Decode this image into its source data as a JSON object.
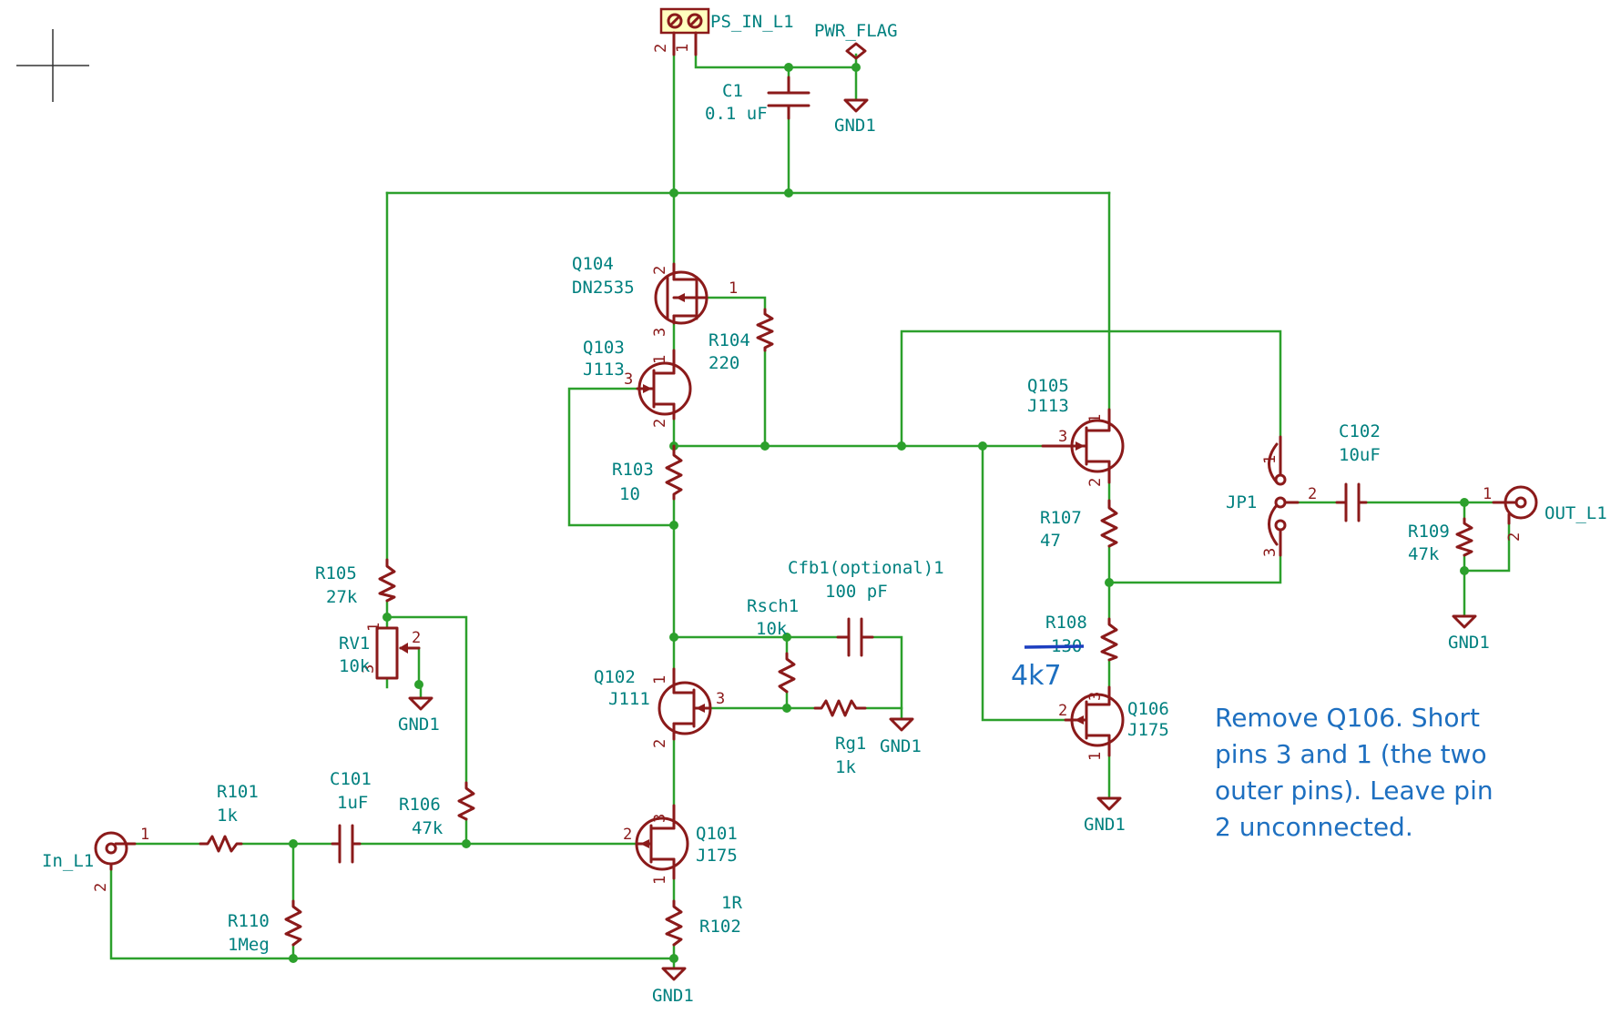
{
  "components": {
    "ps_in": {
      "ref": "PS_IN_L1",
      "pin1": "1",
      "pin2": "2"
    },
    "pwr_flag": {
      "ref": "PWR_FLAG"
    },
    "c1": {
      "ref": "C1",
      "value": "0.1 uF"
    },
    "gnd": "GND1",
    "q104": {
      "ref": "Q104",
      "value": "DN2535",
      "p1": "1",
      "p2": "2",
      "p3": "3"
    },
    "r104": {
      "ref": "R104",
      "value": "220"
    },
    "q103": {
      "ref": "Q103",
      "value": "J113",
      "p1": "1",
      "p2": "2",
      "p3": "3"
    },
    "r103": {
      "ref": "R103",
      "value": "10"
    },
    "q105": {
      "ref": "Q105",
      "value": "J113",
      "p1": "1",
      "p2": "2",
      "p3": "3"
    },
    "r107": {
      "ref": "R107",
      "value": "47"
    },
    "r108": {
      "ref": "R108",
      "value": "130",
      "handwritten": "4k7"
    },
    "q106": {
      "ref": "Q106",
      "value": "J175",
      "p1": "1",
      "p2": "2",
      "p3": "3"
    },
    "jp1": {
      "ref": "JP1",
      "p1": "1",
      "p2": "2",
      "p3": "3"
    },
    "c102": {
      "ref": "C102",
      "value": "10uF"
    },
    "r109": {
      "ref": "R109",
      "value": "47k"
    },
    "out": {
      "ref": "OUT_L1",
      "p1": "1",
      "p2": "2"
    },
    "r105": {
      "ref": "R105",
      "value": "27k"
    },
    "rv1": {
      "ref": "RV1",
      "value": "10k",
      "p1": "1",
      "p2": "2",
      "p3": "3"
    },
    "cfb1": {
      "ref": "Cfb1(optional)1",
      "value": "100 pF"
    },
    "rsch1": {
      "ref": "Rsch1",
      "value": "10k"
    },
    "q102": {
      "ref": "Q102",
      "value": "J111",
      "p1": "1",
      "p2": "2",
      "p3": "3"
    },
    "rg1": {
      "ref": "Rg1",
      "value": "1k"
    },
    "r101": {
      "ref": "R101",
      "value": "1k"
    },
    "c101": {
      "ref": "C101",
      "value": "1uF"
    },
    "r106": {
      "ref": "R106",
      "value": "47k"
    },
    "q101": {
      "ref": "Q101",
      "value": "J175",
      "p1": "1",
      "p2": "2",
      "p3": "3"
    },
    "r102": {
      "ref": "R102",
      "value": "1R"
    },
    "r110": {
      "ref": "R110",
      "value": "1Meg"
    },
    "in": {
      "ref": "In_L1",
      "p1": "1",
      "p2": "2"
    }
  },
  "note": {
    "line1": "Remove Q106. Short",
    "line2": "pins 3 and 1 (the two",
    "line3": "outer pins). Leave pin",
    "line4": "2 unconnected."
  },
  "colors": {
    "wire": "#2ca02c",
    "component": "#8b1a1a",
    "label": "#00807f",
    "annotation": "#1d6fc0"
  }
}
